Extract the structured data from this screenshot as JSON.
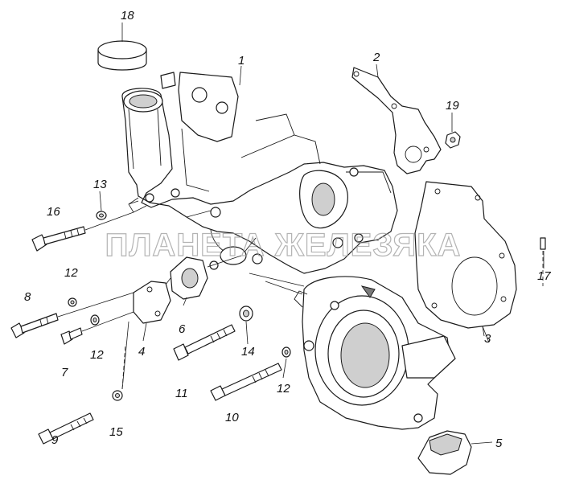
{
  "watermark": "ПЛАНЕТА ЖЕЛЕЗЯКА",
  "callouts": {
    "c1": "1",
    "c2": "2",
    "c3": "3",
    "c4": "4",
    "c5": "5",
    "c6": "6",
    "c7": "7",
    "c8": "8",
    "c9": "9",
    "c10": "10",
    "c11": "11",
    "c12a": "12",
    "c12b": "12",
    "c12c": "12",
    "c13": "13",
    "c14": "14",
    "c15": "15",
    "c16": "16",
    "c17": "17",
    "c18": "18",
    "c19": "19"
  },
  "colors": {
    "line": "#1a1a1a",
    "watermark": "#9a9a9a",
    "background": "#ffffff"
  }
}
